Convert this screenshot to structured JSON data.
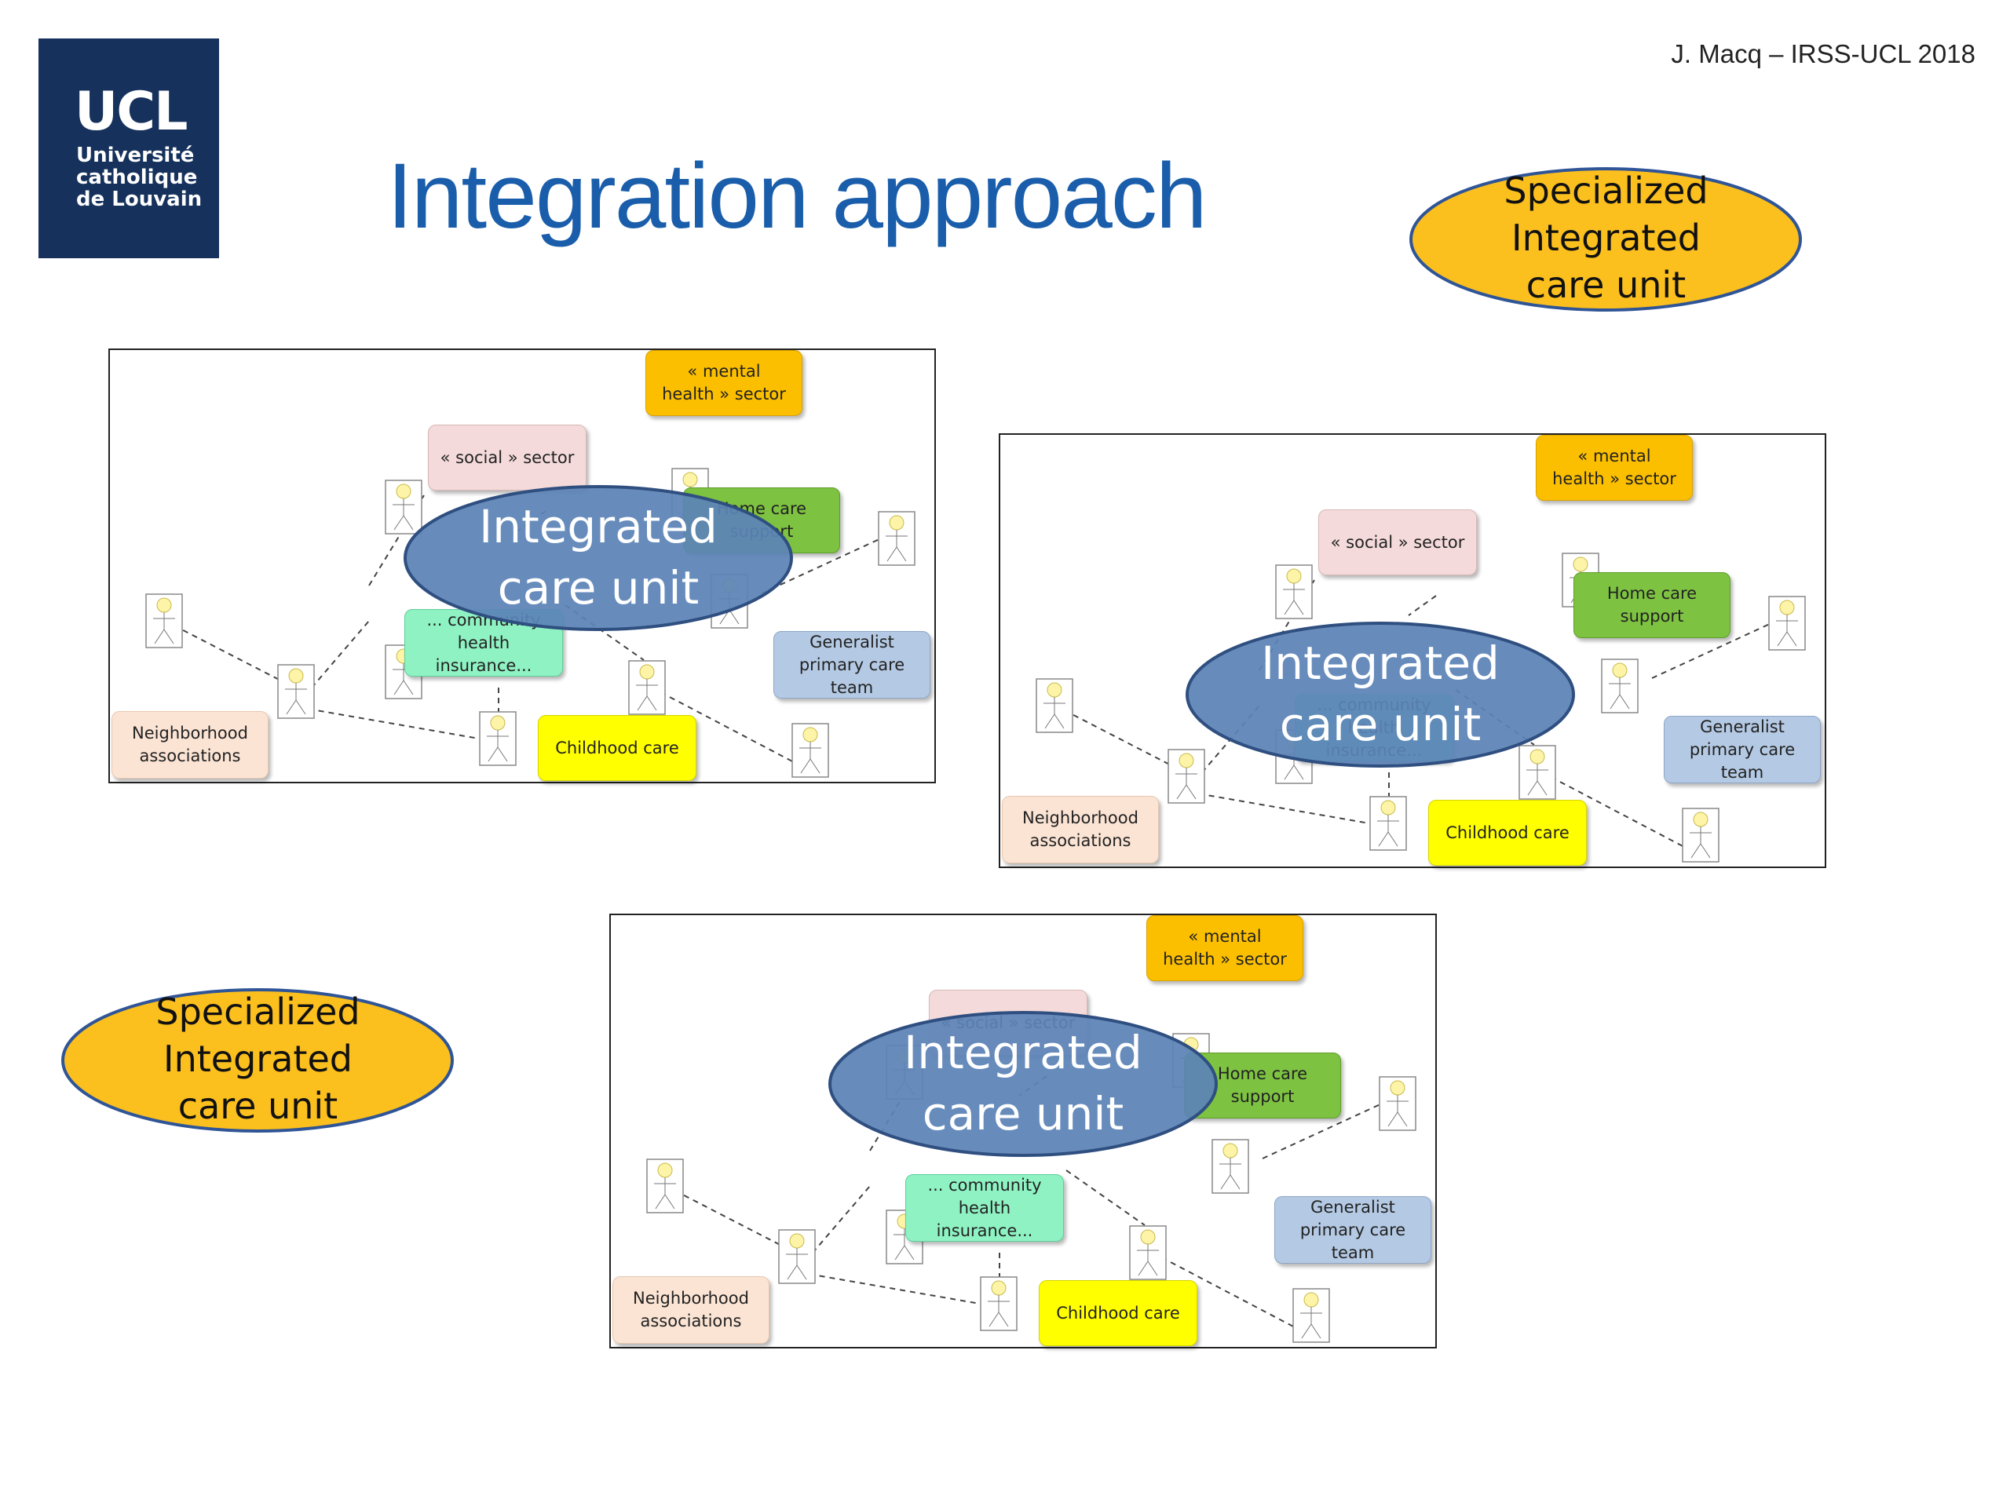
{
  "header": {
    "logo_text": "UCL",
    "logo_subtitle": [
      "Université",
      "catholique",
      "de Louvain"
    ],
    "author": "J. Macq – IRSS-UCL 2018",
    "title": "Integration approach"
  },
  "specialized_label": [
    "Specialized",
    "Integrated",
    "care unit"
  ],
  "integrated_label": [
    "Integrated",
    "care unit"
  ],
  "nodes": {
    "mental": [
      "« mental",
      "health » sector"
    ],
    "social": "« social » sector",
    "home": [
      "Home care",
      "support"
    ],
    "gp": [
      "Generalist",
      "primary care",
      "team"
    ],
    "community": [
      "... community",
      "health",
      "insurance..."
    ],
    "childhood": "Childhood care",
    "neighborhood": [
      "Neighborhood",
      "associations"
    ]
  },
  "colors": {
    "title": "#1a5eab",
    "logo_bg": "#16325c",
    "specialized_fill": "#fbbf1e",
    "specialized_stroke": "#2f5597",
    "integrated_fill": "#5b83b7",
    "integrated_stroke": "#2f4f80",
    "mental": "#fbbf00",
    "social": "#f4dada",
    "home": "#7dc241",
    "gp": "#b4c9e3",
    "community": "#8ff2c3",
    "childhood": "#ffff00",
    "neighborhood": "#fbe4d4"
  }
}
